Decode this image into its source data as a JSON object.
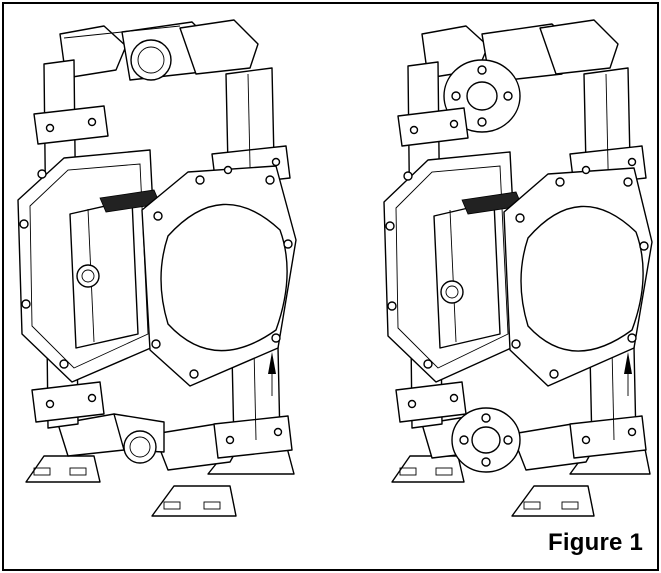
{
  "figure": {
    "caption": "Figure 1"
  },
  "pumps": [
    {
      "id": "left-pump",
      "port_type": "threaded"
    },
    {
      "id": "right-pump",
      "port_type": "flanged"
    }
  ],
  "colors": {
    "line": "#000000",
    "background": "#ffffff"
  }
}
